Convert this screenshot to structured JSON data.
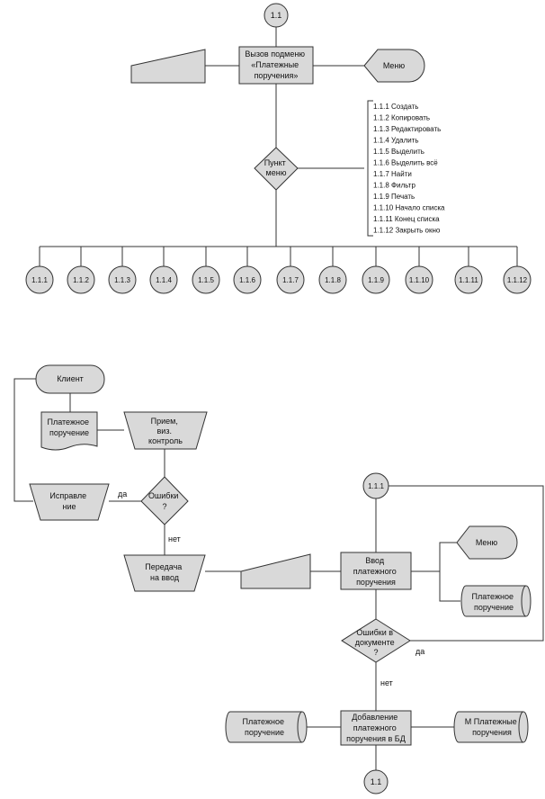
{
  "top": {
    "start_node": "1.1",
    "submenu_box": [
      "Вызов подменю",
      "«Платежные",
      "поручения»"
    ],
    "menu_display": "Меню",
    "decision": [
      "Пункт",
      "меню"
    ],
    "menu_items": [
      "1.1.1 Создать",
      "1.1.2 Копировать",
      "1.1.3 Редактировать",
      "1.1.4 Удалить",
      "1.1.5 Выделить",
      "1.1.6 Выделить всё",
      "1.1.7 Найти",
      "1.1.8 Фильтр",
      "1.1.9 Печать",
      "1.1.10 Начало списка",
      "1.1.11 Конец списка",
      "1.1.12 Закрыть окно"
    ],
    "branches": [
      "1.1.1",
      "1.1.2",
      "1.1.3",
      "1.1.4",
      "1.1.5",
      "1.1.6",
      "1.1.7",
      "1.1.8",
      "1.1.9",
      "1.1.10",
      "1.1.11",
      "1.1.12"
    ]
  },
  "bottom": {
    "client": "Клиент",
    "doc_payment": [
      "Платежное",
      "поручение"
    ],
    "reception": [
      "Прием,",
      "виз.",
      "контроль"
    ],
    "correction": [
      "Исправле",
      "ние"
    ],
    "label_yes": "да",
    "errors": [
      "Ошибки",
      "?"
    ],
    "label_no": "нет",
    "transfer": [
      "Передача",
      "на ввод"
    ],
    "node_111": "1.1.1",
    "input_box": [
      "Ввод",
      "платежного",
      "поручения"
    ],
    "menu": "Меню",
    "storage_payment": [
      "Платежное",
      "поручение"
    ],
    "doc_errors": [
      "Ошибки в",
      "документе",
      "?"
    ],
    "label_yes2": "да",
    "label_no2": "нет",
    "add_box": [
      "Добавление",
      "платежного",
      "поручения в БД"
    ],
    "storage_left": [
      "Платежное",
      "поручение"
    ],
    "storage_right": [
      "М Платежные",
      "поручения"
    ],
    "end_node": "1.1"
  }
}
